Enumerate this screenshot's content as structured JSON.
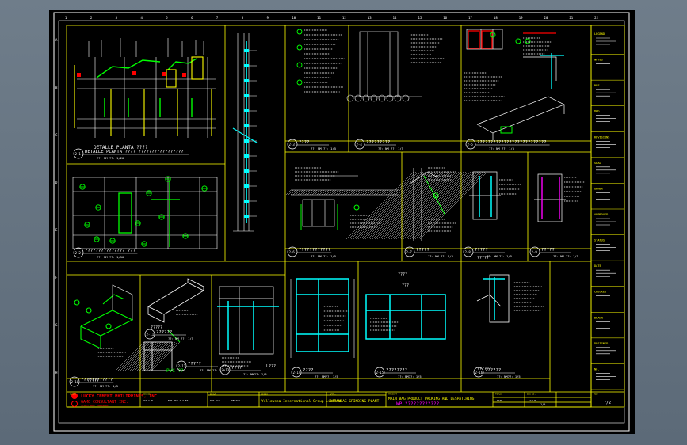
{
  "window": {
    "title": ""
  },
  "sheet": {
    "details": [
      {
        "id": "d1",
        "number": "2-1",
        "title": "DETALLE PLANTA ???? ?????????????????",
        "scale": "??: NM ??: 1/20",
        "plan_label": "DETALLE PLANTA ????"
      },
      {
        "id": "d2",
        "number": "2-2",
        "title": "??????????????? ???",
        "scale": "??: NM ??: 1/50"
      },
      {
        "id": "d3",
        "number": "2-3",
        "title": "????",
        "scale": "??: NM ??: 1/5"
      },
      {
        "id": "d4",
        "number": "2-4",
        "title": "?????????",
        "scale": "??: NM ??: 1/5"
      },
      {
        "id": "d5",
        "number": "2-5",
        "title": "??????????????????????????",
        "scale": "??: NM ??: 1/5"
      },
      {
        "id": "d6",
        "number": "2-6",
        "title": "????????????",
        "scale": "??: NM ??: 1/5"
      },
      {
        "id": "d7",
        "number": "2-7",
        "title": "?????",
        "scale": "??: NM ??: 1/5"
      },
      {
        "id": "d8",
        "number": "2-8",
        "title": "?????",
        "scale": "??: NM ??: 1/5"
      },
      {
        "id": "d9",
        "number": "2-9",
        "title": "?????",
        "scale": "??: NM ??: 1/5"
      },
      {
        "id": "d10",
        "number": "2-10",
        "title": "????????????",
        "scale": "??: NM ??: 1/5"
      },
      {
        "id": "d11",
        "number": "2-11",
        "title": "??????",
        "scale": "??: NM ??: 1/5"
      },
      {
        "id": "d12",
        "number": "2-12",
        "title": "?????",
        "scale": "??: NM ??: 1/5"
      },
      {
        "id": "d13",
        "number": "2-13",
        "title": "????",
        "scale": "??: NM??: 1/5"
      },
      {
        "id": "d14",
        "number": "2-14",
        "title": "????",
        "scale": "??: NM??: 1/5"
      },
      {
        "id": "d15",
        "number": "2-15",
        "title": "????????",
        "scale": "??: NM??: 1/5"
      },
      {
        "id": "d16",
        "number": "2-16",
        "title": "??????",
        "scale": "??: NM??: 1/5"
      }
    ],
    "callouts": {
      "pvc": "PVC ??",
      "l_label": "L???",
      "top_q": "????",
      "mid_q": "???",
      "c1": "?????",
      "c2": "?????",
      "c3": "??????",
      "c4": "?????"
    },
    "title_block": {
      "client": "LUCKY CEMENT PHILIPPINES, INC.",
      "consultant": "GAMO CONSULTANT INC.",
      "consultant_sub": "STRUCTURAL ENGINEERS",
      "contractor": "Yellowsea International Group Limited",
      "project": "BATANGAS GRINDING PLANT",
      "drawing_title": "MAIN BAG PRODUCT PACKING AND DESPATCHING",
      "drawing_title_2": "WP.????????????",
      "sheet_label": "?/2",
      "scale_label": "1/5",
      "rev_label": "A",
      "col_headers": [
        "OWNER",
        "DESIGN",
        "DRAWN",
        "CHECK",
        "APPR.",
        "PROJECT",
        "TITLE",
        "DWG NO.",
        "REV"
      ],
      "small_codes": [
        "ECS-G.H",
        "BPS-260-1 4 50",
        "RBS-110",
        "DESIGN",
        "DATE",
        "SCALE"
      ]
    },
    "right_strip": [
      "LEGEND",
      "NOTES",
      "REF.",
      "DWG.",
      "REVISIONS",
      "SEAL",
      "OWNER",
      "APPROVED",
      "STATUS",
      "DATE",
      "CHECKED",
      "DRAWN",
      "DESIGNED",
      "NO."
    ],
    "grid_numbers_top": [
      "1",
      "2",
      "3",
      "4",
      "5",
      "6",
      "7",
      "8",
      "9",
      "10",
      "11",
      "12",
      "13",
      "14",
      "15",
      "16",
      "17",
      "18",
      "19",
      "20",
      "21",
      "22"
    ],
    "grid_letters_side": [
      "A",
      "B",
      "C",
      "D",
      "E",
      "F",
      "G",
      "H"
    ]
  },
  "colors": {
    "background": "#000000",
    "border": "#ffffff",
    "frame": "#ffff00",
    "steel": "#00ffff",
    "tag": "#00ff00",
    "mark": "#ff0000",
    "text": "#ffffff",
    "accent": "#ff00ff"
  }
}
